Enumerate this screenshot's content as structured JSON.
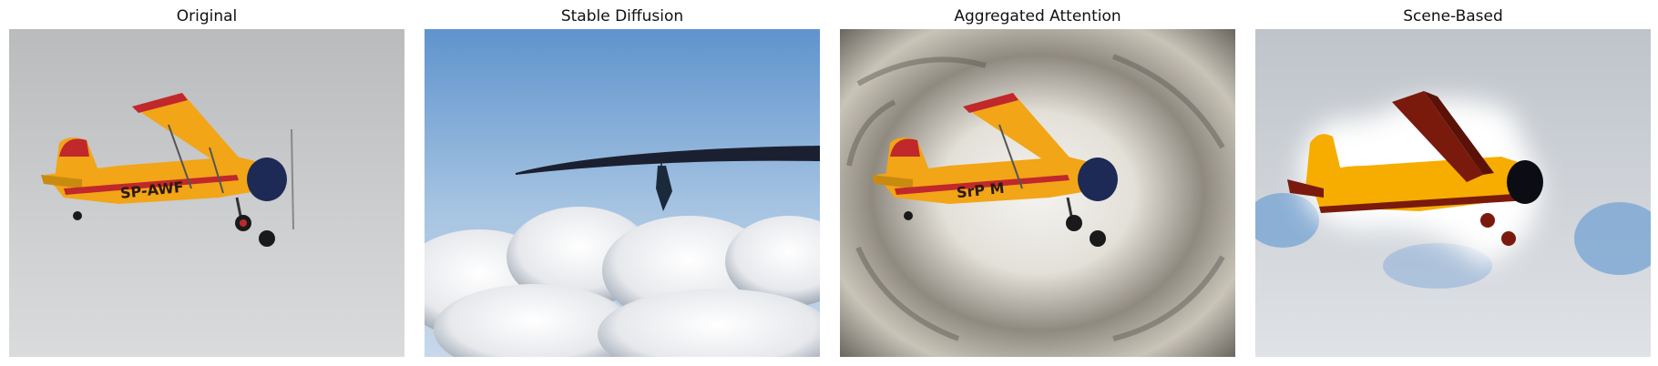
{
  "panels": [
    {
      "title": "Original",
      "plane_marking": "SP-AWF"
    },
    {
      "title": "Stable Diffusion"
    },
    {
      "title": "Aggregated Attention",
      "plane_marking": "SrP M"
    },
    {
      "title": "Scene-Based"
    }
  ],
  "colors": {
    "plane_yellow": "#f2a516",
    "plane_red": "#c0282c",
    "engine_navy": "#1d2a55",
    "sky_gray": "#c9cbcd",
    "sky_blue": "#7aa6d3",
    "cartoon_yellow": "#f6ad00",
    "cartoon_maroon": "#7a1a0d"
  }
}
